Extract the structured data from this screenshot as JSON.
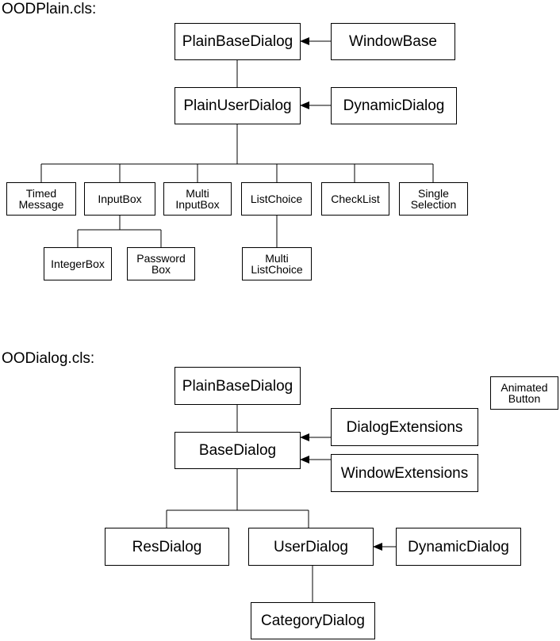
{
  "sections": {
    "plain": {
      "title": "OODPlain.cls:",
      "plain_base_dialog": "PlainBaseDialog",
      "window_base": "WindowBase",
      "plain_user_dialog": "PlainUserDialog",
      "dynamic_dialog": "DynamicDialog",
      "timed_message": [
        "Timed",
        "Message"
      ],
      "input_box": "InputBox",
      "multi_input_box": [
        "Multi",
        "InputBox"
      ],
      "list_choice": "ListChoice",
      "check_list": "CheckList",
      "single_selection": [
        "Single",
        "Selection"
      ],
      "integer_box": "IntegerBox",
      "password_box": [
        "Password",
        "Box"
      ],
      "multi_list_choice": [
        "Multi",
        "ListChoice"
      ]
    },
    "oodialog": {
      "title": "OODialog.cls:",
      "plain_base_dialog": "PlainBaseDialog",
      "animated_button": [
        "Animated",
        "Button"
      ],
      "dialog_extensions": "DialogExtensions",
      "base_dialog": "BaseDialog",
      "window_extensions": "WindowExtensions",
      "res_dialog": "ResDialog",
      "user_dialog": "UserDialog",
      "dynamic_dialog": "DynamicDialog",
      "category_dialog": "CategoryDialog"
    }
  }
}
